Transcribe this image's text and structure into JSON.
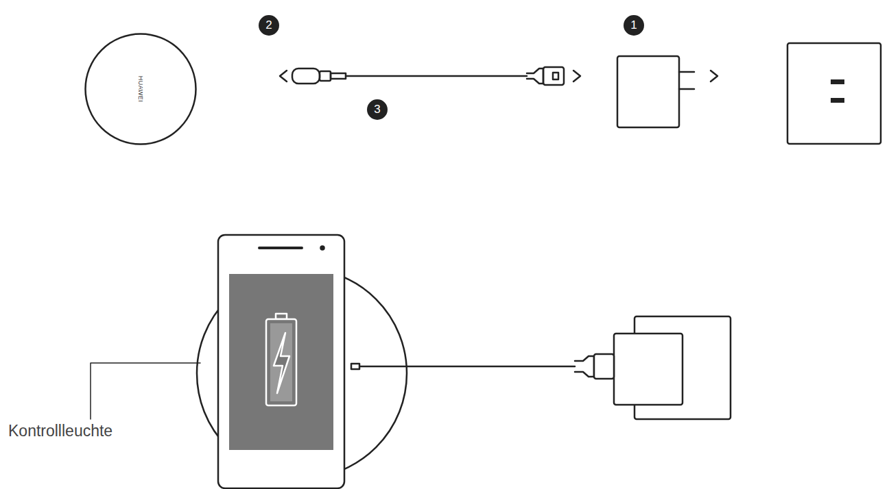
{
  "diagram": {
    "nodes": [
      {
        "text": [
          "HUAWEI"
        ]
      }
    ],
    "labels": [
      "2",
      "1",
      "3",
      "Kontrollleuchte"
    ]
  }
}
